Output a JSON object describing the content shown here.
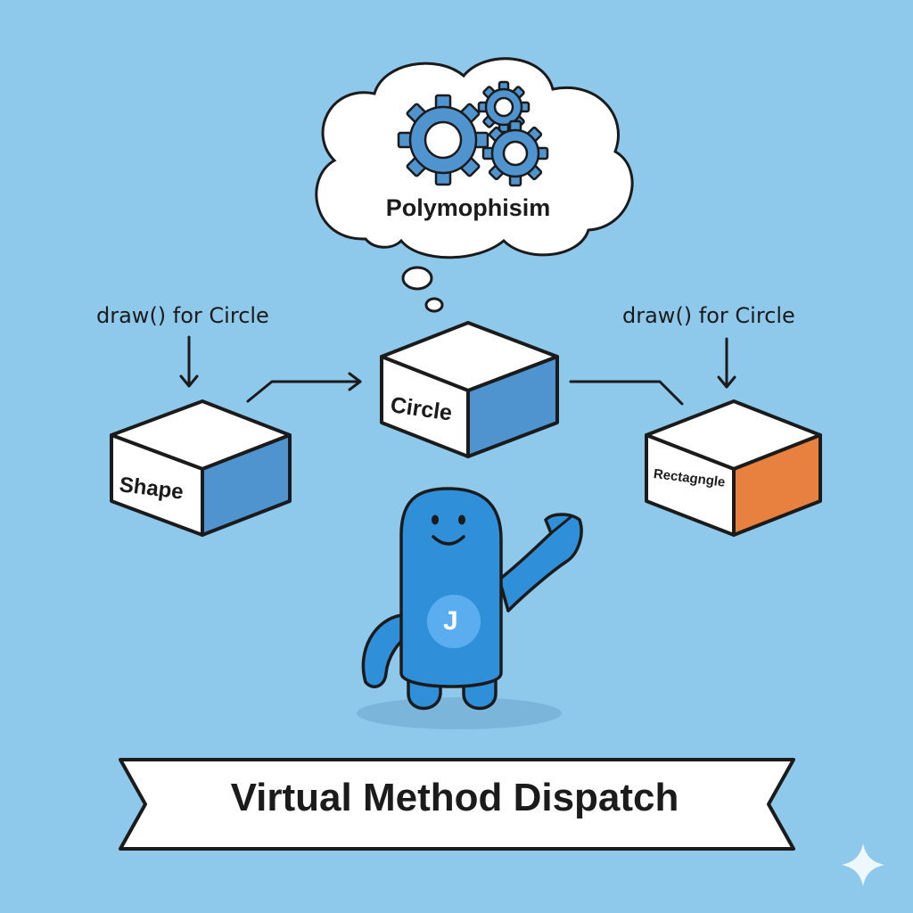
{
  "thought_bubble": {
    "title": "Polymophisim"
  },
  "labels": {
    "left": "draw() for Circle",
    "right": "draw() for Circle"
  },
  "boxes": {
    "shape": "Shape",
    "circle": "Circle",
    "rectangle": "Rectagngle"
  },
  "mascot": {
    "badge": "J"
  },
  "banner": {
    "title": "Virtual Method Dispatch"
  },
  "colors": {
    "background": "#8ec9ec",
    "box_blue": "#4f93cf",
    "box_orange": "#e88140",
    "mascot_blue": "#2f8fd8",
    "outline": "#1b1b1b"
  }
}
